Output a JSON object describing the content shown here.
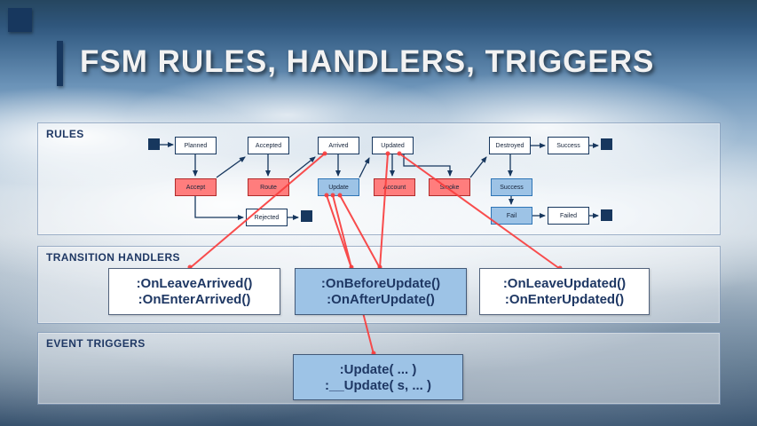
{
  "slide": {
    "title": "FSM RULES, HANDLERS, TRIGGERS"
  },
  "rules_panel": {
    "label": "RULES",
    "nodes": {
      "planned": "Planned",
      "accepted": "Accepted",
      "arrived": "Arrived",
      "updated": "Updated",
      "destroyed": "Destroyed",
      "success_state": "Success",
      "rejected": "Rejected",
      "failed": "Failed",
      "accept": "Accept",
      "route": "Route",
      "update": "Update",
      "account": "Account",
      "smoke": "Smoke",
      "success_transition": "Success",
      "fail": "Fail"
    }
  },
  "handlers_panel": {
    "label": "TRANSITION HANDLERS",
    "boxes": [
      {
        "line1": ":OnLeaveArrived()",
        "line2": ":OnEnterArrived()",
        "style": "white"
      },
      {
        "line1": ":OnBeforeUpdate()",
        "line2": ":OnAfterUpdate()",
        "style": "blue"
      },
      {
        "line1": ":OnLeaveUpdated()",
        "line2": ":OnEnterUpdated()",
        "style": "white"
      }
    ]
  },
  "triggers_panel": {
    "label": "EVENT TRIGGERS",
    "boxes": [
      {
        "line1": ":Update( ... )",
        "line2": ":__Update( s, ... )",
        "style": "blue"
      }
    ]
  },
  "colors": {
    "navy": "#17375e",
    "panel-text": "#1f3864",
    "state-fill": "#ffffff",
    "red-fill": "#ff7d7d",
    "red-border": "#b02b2b",
    "blue-fill": "#9dc3e6",
    "blue-border": "#2e75b6",
    "connector-red": "#f93e3e",
    "title-text": "#f2f2f2"
  }
}
